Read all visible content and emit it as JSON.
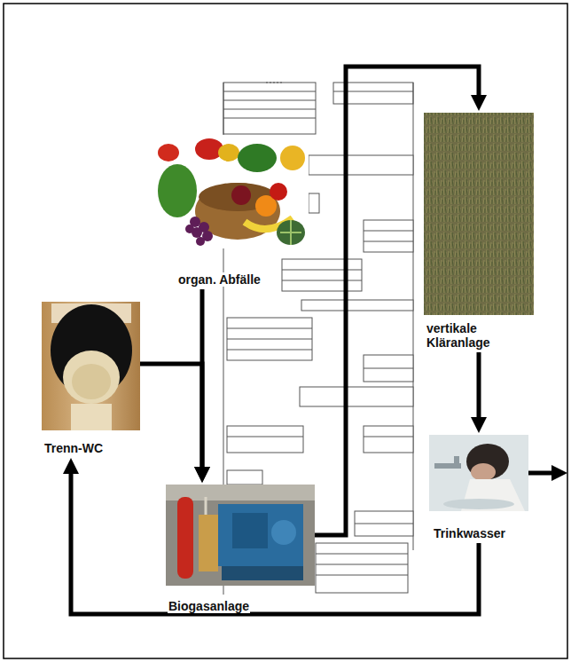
{
  "diagram": {
    "nodes": [
      {
        "text": [
          "organ. Abfälle"
        ]
      },
      {
        "text": [
          "vertikale Kläranlage"
        ]
      },
      {
        "text": [
          "Trenn-WC"
        ]
      },
      {
        "text": [
          "Biogasanlage"
        ]
      },
      {
        "text": [
          "Trinkwasser"
        ]
      }
    ],
    "edges": [
      {
        "from": 0,
        "to": 3,
        "arrow": "to"
      },
      {
        "from": 2,
        "to": 3,
        "arrow": "to"
      },
      {
        "from": 3,
        "to": 1,
        "arrow": "to"
      },
      {
        "from": 1,
        "to": 4,
        "arrow": "to"
      },
      {
        "from": 4,
        "to": 2,
        "arrow": "to"
      }
    ]
  }
}
